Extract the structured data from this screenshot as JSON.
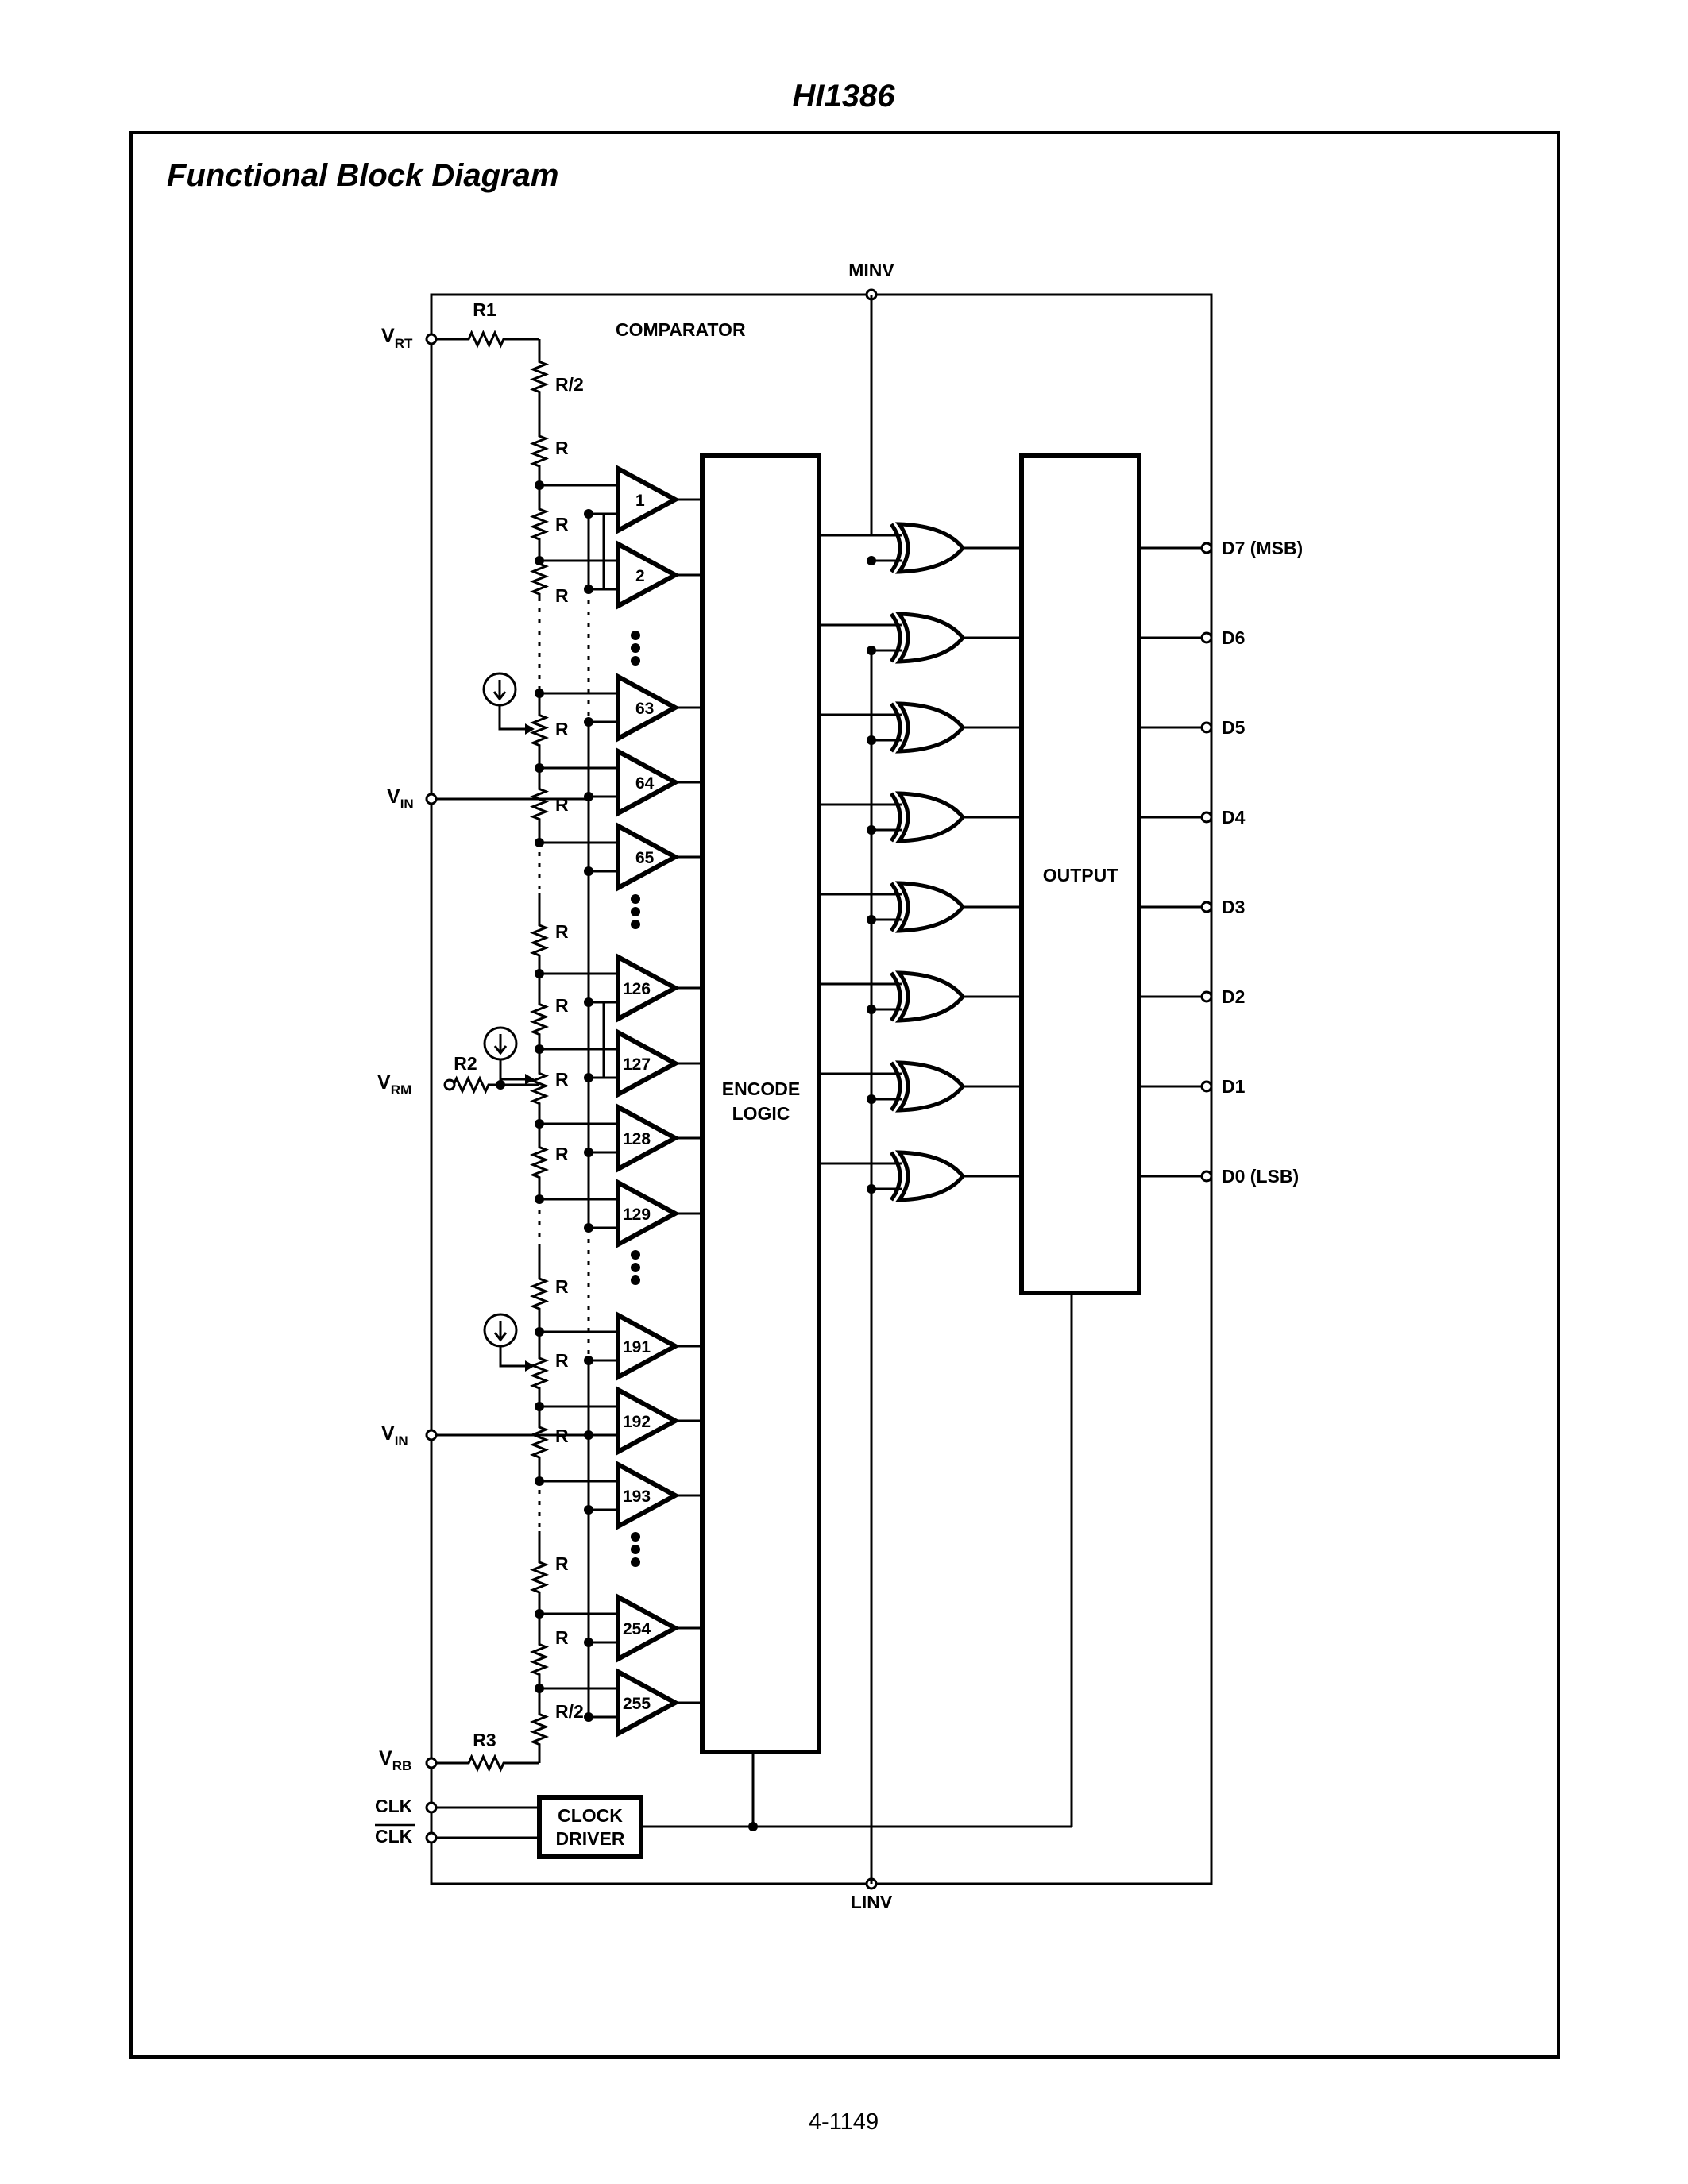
{
  "header": {
    "part_number": "HI1386"
  },
  "figure": {
    "title": "Functional Block Diagram"
  },
  "footer": {
    "page_number": "4-1149"
  },
  "labels": {
    "comparator": "COMPARATOR",
    "encode_logic": [
      "ENCODE",
      "LOGIC"
    ],
    "output": "OUTPUT",
    "clock_driver": [
      "CLOCK",
      "DRIVER"
    ],
    "minv": "MINV",
    "linv": "LINV",
    "resistor_r": "R",
    "resistor_half": "R/2",
    "r1": "R1",
    "r2": "R2",
    "r3": "R3"
  },
  "inputs": {
    "vrt": {
      "main": "V",
      "sub": "RT"
    },
    "vin_top": {
      "main": "V",
      "sub": "IN"
    },
    "vrm": {
      "main": "V",
      "sub": "RM"
    },
    "vin_bottom": {
      "main": "V",
      "sub": "IN"
    },
    "vrb": {
      "main": "V",
      "sub": "RB"
    },
    "clk": "CLK",
    "clk_bar": "CLK"
  },
  "comparators": [
    "1",
    "2",
    "63",
    "64",
    "65",
    "126",
    "127",
    "128",
    "129",
    "191",
    "192",
    "193",
    "254",
    "255"
  ],
  "outputs": [
    "D7 (MSB)",
    "D6",
    "D5",
    "D4",
    "D3",
    "D2",
    "D1",
    "D0 (LSB)"
  ]
}
